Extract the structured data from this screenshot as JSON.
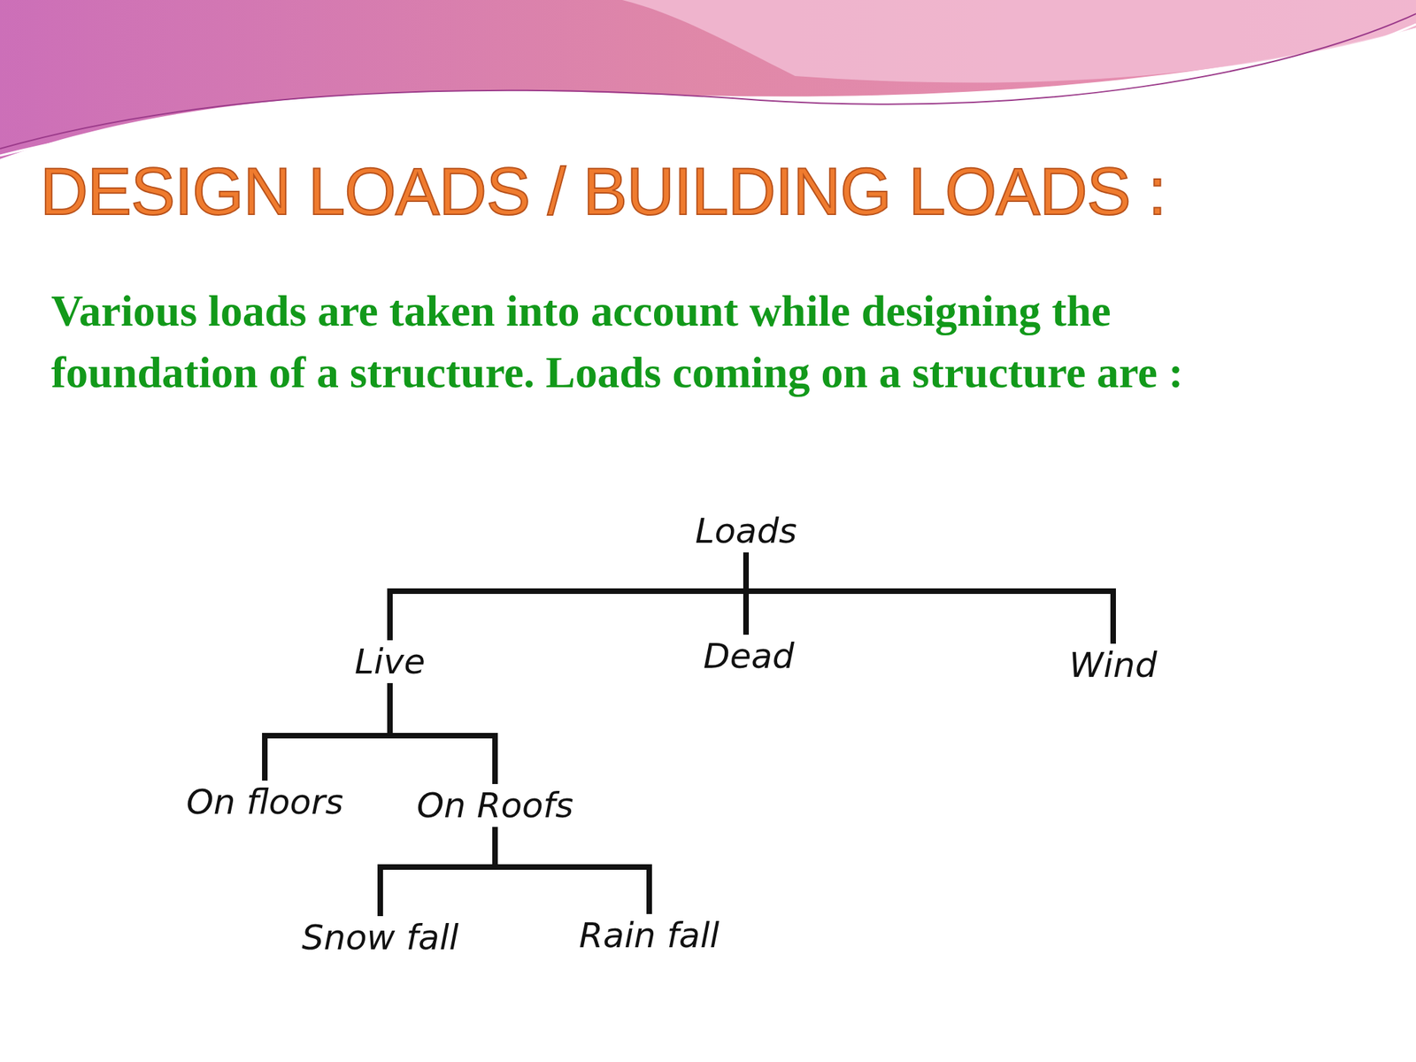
{
  "diagram": {
    "title": "DESIGN LOADS / BUILDING LOADS :",
    "nodes": [
      {
        "text": [
          "Loads"
        ]
      },
      {
        "text": [
          "Live"
        ]
      },
      {
        "text": [
          "Dead"
        ]
      },
      {
        "text": [
          "Wind"
        ]
      },
      {
        "text": [
          "On floors"
        ]
      },
      {
        "text": [
          "On Roofs"
        ]
      },
      {
        "text": [
          "Snow fall"
        ]
      },
      {
        "text": [
          "Rain fall"
        ]
      }
    ],
    "edges": [
      {
        "from": 0,
        "to": 1,
        "arrow": "none"
      },
      {
        "from": 0,
        "to": 2,
        "arrow": "none"
      },
      {
        "from": 0,
        "to": 3,
        "arrow": "none"
      },
      {
        "from": 1,
        "to": 4,
        "arrow": "none"
      },
      {
        "from": 1,
        "to": 5,
        "arrow": "none"
      },
      {
        "from": 5,
        "to": 6,
        "arrow": "none"
      },
      {
        "from": 5,
        "to": 7,
        "arrow": "none"
      }
    ],
    "labels": [
      "Various loads are taken into account while designing the foundation of a structure. Loads coming on a structure are :"
    ]
  }
}
